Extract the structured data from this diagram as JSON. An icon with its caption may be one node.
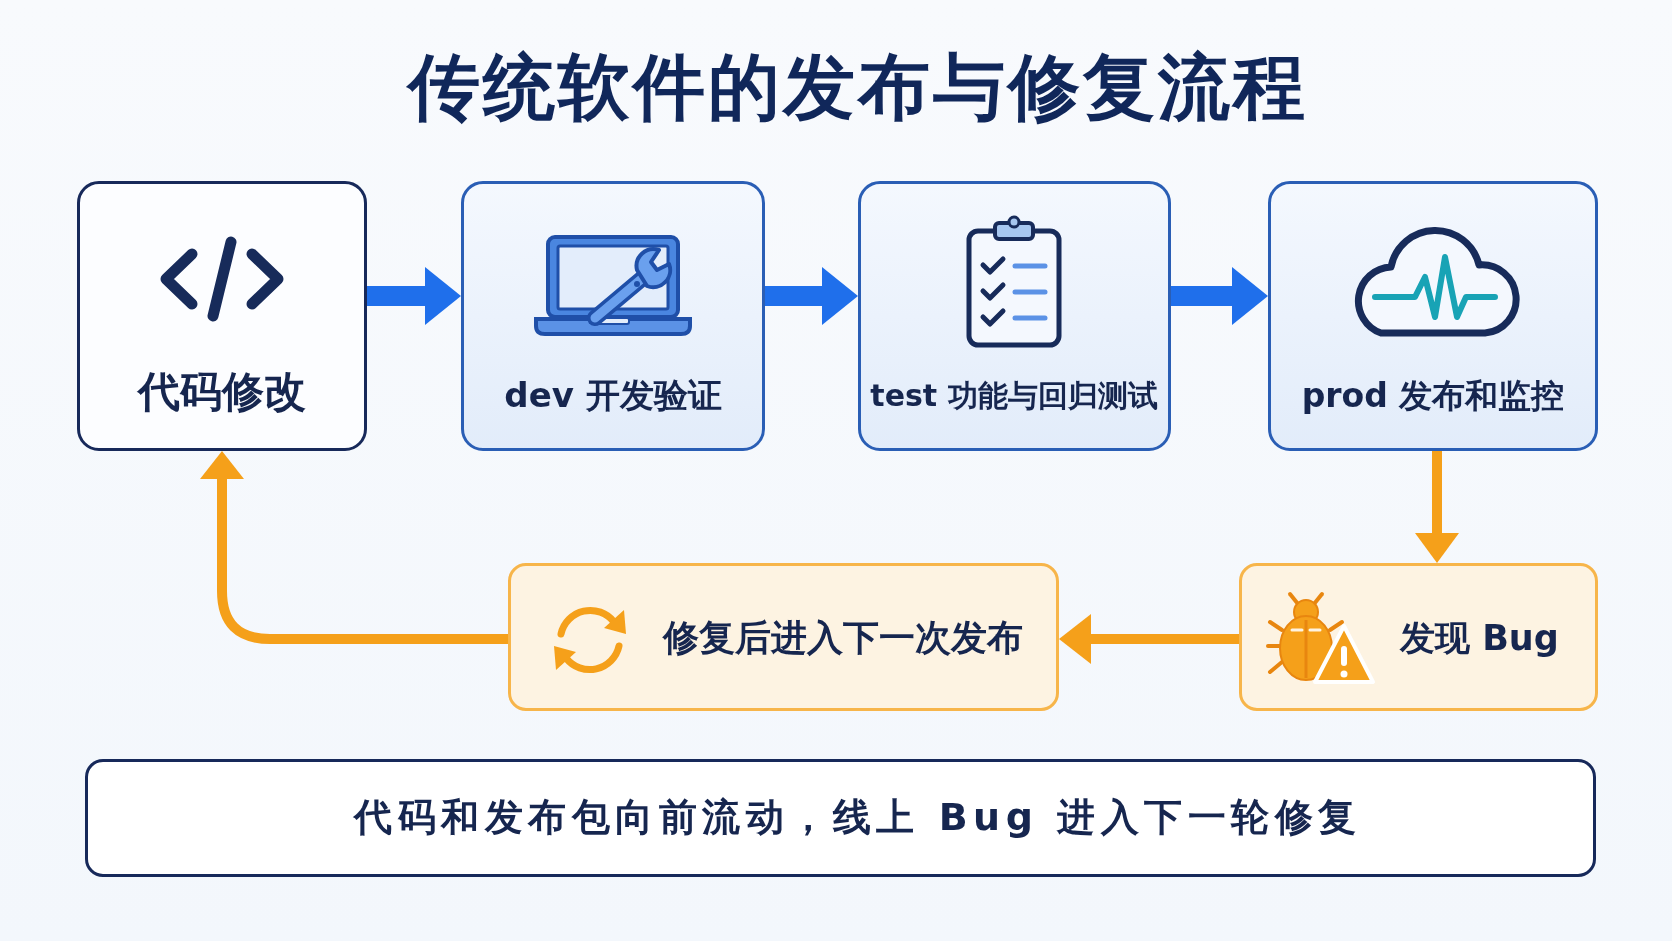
{
  "diagram": {
    "title": "传统软件的发布与修复流程",
    "nodes": [
      {
        "text": [
          "代码修改"
        ]
      },
      {
        "text": [
          "dev 开发验证"
        ]
      },
      {
        "text": [
          "test 功能与回归测试"
        ]
      },
      {
        "text": [
          "prod 发布和监控"
        ]
      },
      {
        "text": [
          "修复后进入下一次发布"
        ]
      },
      {
        "text": [
          "发现 Bug"
        ]
      },
      {
        "text": [
          "代码和发布包向前流动，线上 Bug 进入下一轮修复"
        ]
      }
    ],
    "edges": [
      {
        "from": 0,
        "to": 1,
        "arrow": "to"
      },
      {
        "from": 1,
        "to": 2,
        "arrow": "to"
      },
      {
        "from": 2,
        "to": 3,
        "arrow": "to"
      },
      {
        "from": 3,
        "to": 5,
        "arrow": "to",
        "color": "#f5a01a"
      },
      {
        "from": 5,
        "to": 4,
        "arrow": "to",
        "color": "#f5a01a"
      },
      {
        "from": 4,
        "to": 0,
        "arrow": "to",
        "color": "#f5a01a"
      }
    ]
  }
}
